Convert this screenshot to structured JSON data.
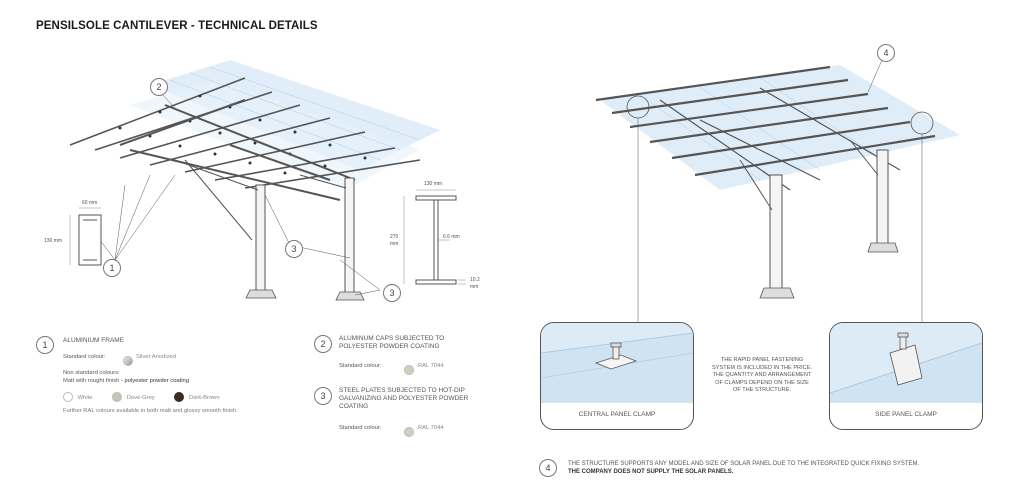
{
  "title": "PENSILSOLE CANTILEVER - TECHNICAL DETAILS",
  "callout_numbers": [
    "1",
    "2",
    "3",
    "4"
  ],
  "dimensions": {
    "frame_width": "60 mm",
    "frame_height": "130 mm",
    "beam_width": "130 mm",
    "beam_height_value": "270",
    "beam_height_unit": "mm",
    "web_thickness": "6.6 mm",
    "flange_value": "10.2",
    "flange_unit": "mm"
  },
  "item1": {
    "number": "1",
    "title": "ALUMINIUM FRAME",
    "standard_label": "Standard colour:",
    "standard_value": "Silver Anodized",
    "nonstandard_title": "Non standard colours:",
    "nonstandard_desc_prefix": "Matt with rought finish - ",
    "nonstandard_desc_bold": "polyester powder coating",
    "colours": [
      {
        "name": "White",
        "hex": "#ffffff"
      },
      {
        "name": "Dove-Grey",
        "hex": "#c9c3b8"
      },
      {
        "name": "Dark-Brown",
        "hex": "#3d2a22"
      }
    ],
    "further": "Further RAL colours available in both matt and glossy smooth finish."
  },
  "item2": {
    "number": "2",
    "title": "ALUMINUM CAPS SUBJECTED TO POLYESTER POWDER COATING",
    "standard_label": "Standard colour:",
    "standard_value": "RAL 7044",
    "swatch_hex": "#d2cdbf"
  },
  "item3": {
    "number": "3",
    "title": "STEEL PLATES SUBJECTED TO HOT-DIP GALVANIZING AND POLYESTER POWDER COATING",
    "standard_label": "Standard colour:",
    "standard_value": "RAL 7044",
    "swatch_hex": "#d2cdbf"
  },
  "clamps": {
    "central_label": "CENTRAL PANEL CLAMP",
    "side_label": "SIDE PANEL CLAMP",
    "note": "THE RAPID PANEL FASTENING SYSTEM IS INCLUDED IN THE PRICE. THE QUANTITY AND ARRANGEMENT OF CLAMPS DEPEND ON THE SIZE OF THE STRUCTURE."
  },
  "item4": {
    "number": "4",
    "text": "THE STRUCTURE SUPPORTS ANY MODEL AND SIZE OF SOLAR PANEL DUE TO THE INTEGRATED QUICK FIXING SYSTEM.",
    "bold_text": "THE COMPANY DOES NOT SUPPLY THE SOLAR PANELS."
  },
  "colors": {
    "panel_blue": "#cfe4f4",
    "frame_line": "#555555",
    "clamp_bg": "#d8e9f5"
  }
}
